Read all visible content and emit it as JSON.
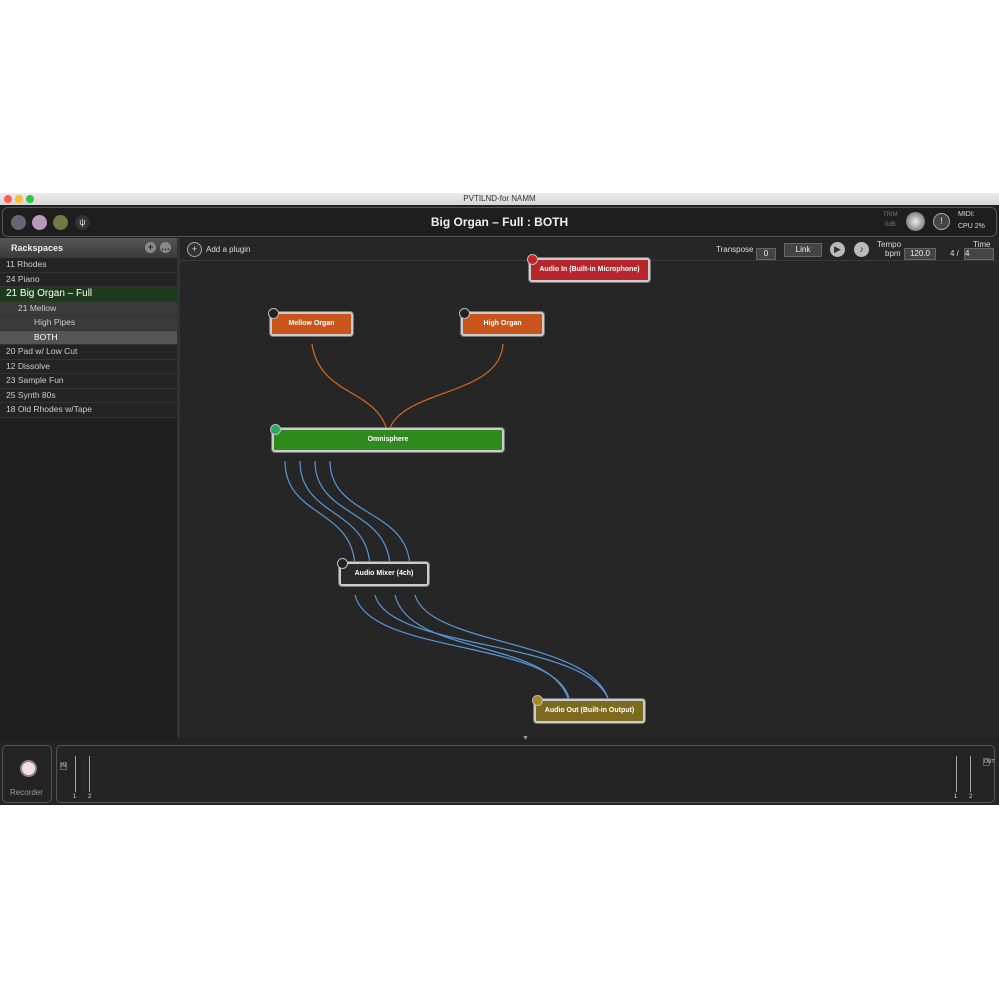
{
  "window": {
    "title": "PVTILND-for NAMM"
  },
  "toolbar": {
    "title": "Big Organ – Full : BOTH",
    "trim_label": "TRIM",
    "trim_value": "0dB",
    "midi_label": "MIDI:",
    "cpu_label": "CPU",
    "cpu_value": "2%"
  },
  "sidebar": {
    "header": "Rackspaces",
    "items": [
      {
        "label": "11 Rhodes"
      },
      {
        "label": "24 Piano"
      },
      {
        "label": "21 Big Organ – Full",
        "selected": true
      },
      {
        "label": "21  Mellow",
        "variation": true
      },
      {
        "label": "High Pipes",
        "variation": true
      },
      {
        "label": "BOTH",
        "variation": true,
        "current": true
      },
      {
        "label": "20 Pad w/ Low Cut"
      },
      {
        "label": "12 Dissolve"
      },
      {
        "label": "23 Sample Fun"
      },
      {
        "label": "25 Synth 80s"
      },
      {
        "label": "18 Old Rhodes w/Tape"
      }
    ]
  },
  "canvas": {
    "add_plugin": "Add a plugin",
    "transpose_label": "Transpose",
    "transpose_value": "0",
    "link": "Link",
    "tempo_label": "Tempo",
    "bpm_label": "bpm",
    "tempo_value": "120.0",
    "time_label": "Time",
    "time_num": "4 /",
    "time_den": "4",
    "nodes": [
      {
        "label": "Audio In (Built-in Microphone)",
        "color": "#b8252b"
      },
      {
        "label": "Mellow Organ",
        "color": "#c9551c"
      },
      {
        "label": "High Organ",
        "color": "#c9551c"
      },
      {
        "label": "Omnisphere",
        "color": "#2f8a1d"
      },
      {
        "label": "Audio Mixer (4ch)",
        "color": "#2a2a2a"
      },
      {
        "label": "Audio Out (Built-in Output)",
        "color": "#7c6a1e"
      }
    ]
  },
  "bottom": {
    "recorder": "Recorder",
    "in_label": "IN",
    "out_label": "OUT",
    "ch1": "1",
    "ch2": "2"
  }
}
